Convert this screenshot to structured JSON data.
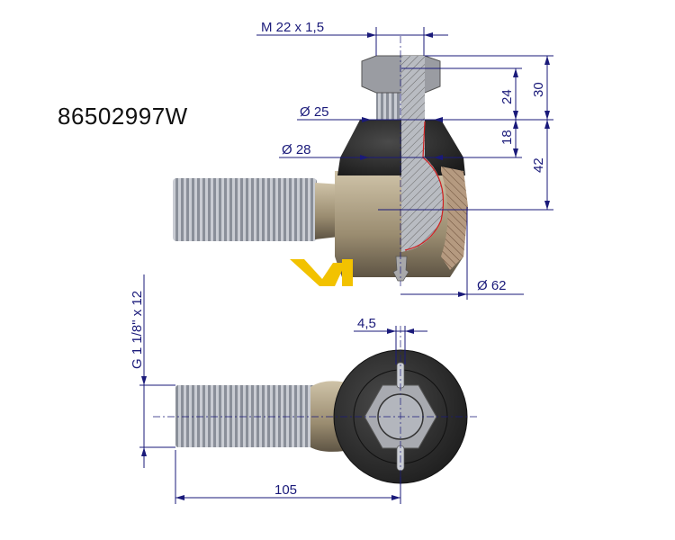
{
  "part_number": "86502997W",
  "dimensions": {
    "thread_stud": "M 22 x 1,5",
    "dia_25": "Ø 25",
    "dia_28": "Ø 28",
    "dia_62": "Ø 62",
    "h_24": "24",
    "h_18": "18",
    "h_30": "30",
    "h_42": "42",
    "pin_4_5": "4,5",
    "thread_shank": "G 1 1/8\" x 12",
    "length_105": "105"
  },
  "colors": {
    "dimension": "#1a1a7a",
    "logo": "#f2c200",
    "boot": "#2e2e2e",
    "housing": "#b3a58a"
  }
}
